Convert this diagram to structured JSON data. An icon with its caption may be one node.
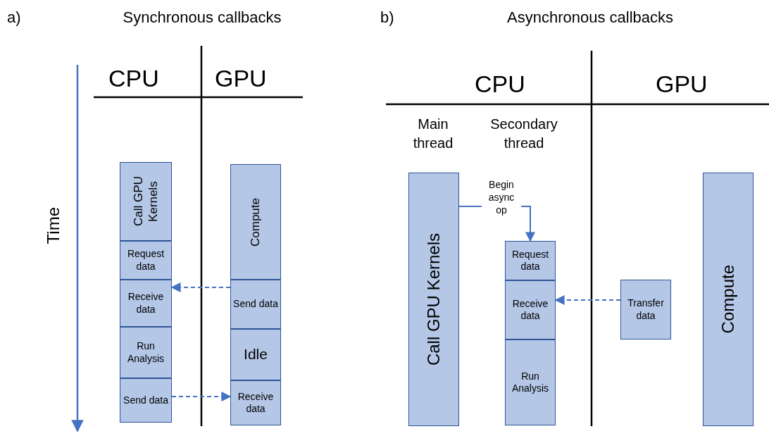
{
  "diagram": {
    "nodes": [
      {
        "text": [
          "Call GPU Kernels"
        ]
      },
      {
        "text": [
          "Request data"
        ]
      },
      {
        "text": [
          "Receive data"
        ]
      },
      {
        "text": [
          "Run Analysis"
        ]
      },
      {
        "text": [
          "Send data"
        ]
      },
      {
        "text": [
          "Compute"
        ]
      },
      {
        "text": [
          "Send data"
        ]
      },
      {
        "text": [
          "Idle"
        ]
      },
      {
        "text": [
          "Receive data"
        ]
      },
      {
        "text": [
          "Call GPU Kernels"
        ]
      },
      {
        "text": [
          "Request data"
        ]
      },
      {
        "text": [
          "Receive data"
        ]
      },
      {
        "text": [
          "Run Analysis"
        ]
      },
      {
        "text": [
          "Transfer data"
        ]
      },
      {
        "text": [
          "Compute"
        ]
      }
    ],
    "edges": [
      {
        "from": 6,
        "to": 2,
        "arrow": "to",
        "style": "dashed"
      },
      {
        "from": 4,
        "to": 8,
        "arrow": "to",
        "style": "dashed"
      },
      {
        "from": 9,
        "to": 10,
        "arrow": "to",
        "label": "Begin async op"
      },
      {
        "from": 13,
        "to": 11,
        "arrow": "to",
        "style": "dashed"
      }
    ],
    "labels": [
      "a)",
      "Synchronous callbacks",
      "b)",
      "Asynchronous callbacks",
      "CPU",
      "GPU",
      "Time",
      "CPU",
      "GPU",
      "Main thread",
      "Secondary thread"
    ]
  }
}
